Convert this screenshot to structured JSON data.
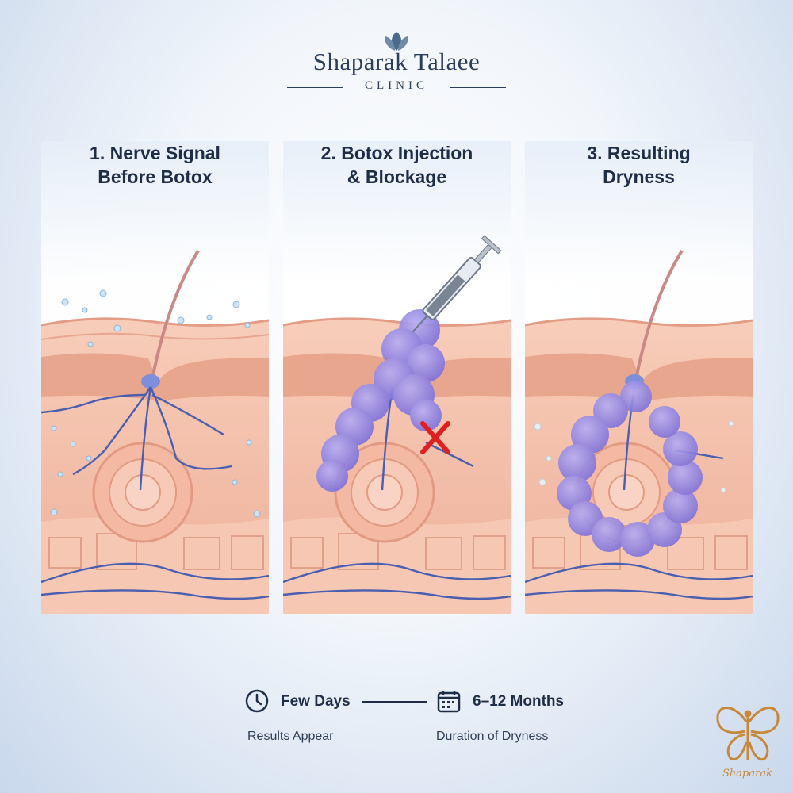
{
  "logo": {
    "name": "Shaparak Talaee",
    "subtitle": "CLINIC"
  },
  "panels": [
    {
      "title_line1": "1. Nerve Signal",
      "title_line2": "Before Botox"
    },
    {
      "title_line1": "2. Botox Injection",
      "title_line2": "& Blockage"
    },
    {
      "title_line1": "3. Resulting",
      "title_line2": "Dryness"
    }
  ],
  "timeline": {
    "start_label": "Few Days",
    "start_sub": "Results Appear",
    "end_label": "6–12 Months",
    "end_sub": "Duration of Dryness"
  },
  "brand_mark": {
    "text": "Shaparak"
  },
  "colors": {
    "navy": "#1f2e48",
    "skin": "#f4c2ad",
    "nerve": "#4a5fb0",
    "botox": "#8b7fe0",
    "block": "#e02020",
    "gold": "#c8883a"
  },
  "icons": [
    "leaf-icon",
    "clock-icon",
    "calendar-icon",
    "butterfly-icon",
    "syringe-icon",
    "block-x-icon"
  ]
}
